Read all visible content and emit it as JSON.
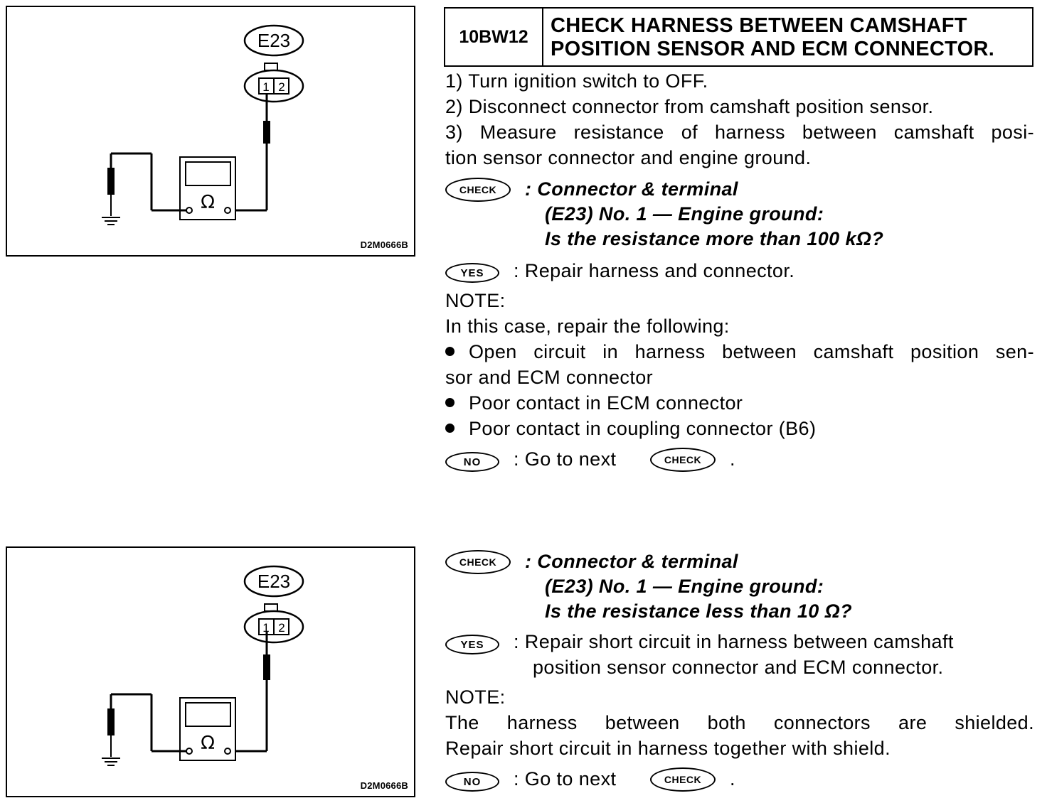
{
  "step": {
    "code": "10BW12",
    "title_line1": "CHECK HARNESS BETWEEN CAMSHAFT",
    "title_line2": "POSITION SENSOR AND ECM CONNECTOR."
  },
  "figures": [
    {
      "connector_label": "E23",
      "pin1": "1",
      "pin2": "2",
      "meter_symbol": "Ω",
      "code": "D2M0666B"
    },
    {
      "connector_label": "E23",
      "pin1": "1",
      "pin2": "2",
      "meter_symbol": "Ω",
      "code": "D2M0666B"
    }
  ],
  "badges": {
    "check": "CHECK",
    "yes": "YES",
    "no": "NO"
  },
  "section1": {
    "steps": [
      "1)  Turn ignition switch to OFF.",
      "2)  Disconnect connector from camshaft position sensor.",
      "3)  Measure resistance of harness between camshaft posi-",
      "tion sensor connector and engine ground."
    ],
    "check_lines": [
      ":  Connector & terminal",
      "(E23) No. 1 — Engine ground:",
      "Is the resistance more than 100 kΩ?"
    ],
    "yes_text": ":  Repair harness and connector.",
    "note_label": "NOTE:",
    "note_intro": "In this case, repair the following:",
    "bullets": [
      "Open circuit in harness between camshaft position sen-",
      "sor and ECM connector",
      "Poor contact in ECM connector",
      "Poor contact in coupling connector (B6)"
    ],
    "no_text": ":  Go to next",
    "period": "."
  },
  "section2": {
    "check_lines": [
      ":  Connector & terminal",
      "(E23) No. 1 — Engine ground:",
      "Is the resistance less than 10 Ω?"
    ],
    "yes_line1": ":  Repair short circuit in harness between camshaft",
    "yes_line2": "position sensor connector and ECM connector.",
    "note_label": "NOTE:",
    "note_line1": "The harness between both connectors are shielded.",
    "note_line2": "Repair short circuit in harness together with shield.",
    "no_text": ":  Go to next",
    "period": "."
  }
}
